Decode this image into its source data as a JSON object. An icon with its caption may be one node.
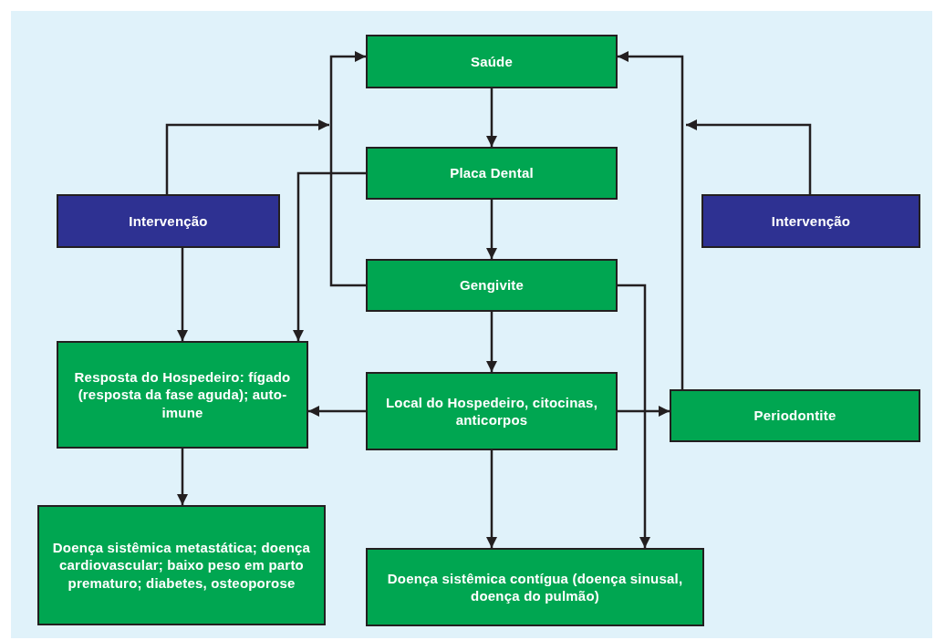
{
  "diagram": {
    "nodes": [
      {
        "text": [
          "Saúde"
        ]
      },
      {
        "text": [
          "Placa Dental"
        ]
      },
      {
        "text": [
          "Gengivite"
        ]
      },
      {
        "text": [
          "Intervenção"
        ]
      },
      {
        "text": [
          "Intervenção"
        ]
      },
      {
        "text": [
          "Resposta do Hospedeiro: fígado (resposta da fase aguda); auto-imune"
        ]
      },
      {
        "text": [
          "Local do Hospedeiro, citocinas, anticorpos"
        ]
      },
      {
        "text": [
          "Periodontite"
        ]
      },
      {
        "text": [
          "Doença sistêmica metastática; doença cardiovascular; baixo peso em parto prematuro; diabetes, osteoporose"
        ]
      },
      {
        "text": [
          "Doença sistêmica contígua (doença sinusal, doença do pulmão)"
        ]
      }
    ],
    "edges": [
      {
        "from": 0,
        "to": 1,
        "arrow": "to"
      },
      {
        "from": 1,
        "to": 2,
        "arrow": "to"
      },
      {
        "from": 2,
        "to": 6,
        "arrow": "to"
      },
      {
        "from": 2,
        "to": 0,
        "arrow": "to"
      },
      {
        "from": 3,
        "to": null,
        "arrow": "to"
      },
      {
        "from": 3,
        "to": 5,
        "arrow": "to"
      },
      {
        "from": 1,
        "to": 5,
        "arrow": "to"
      },
      {
        "from": 6,
        "to": 5,
        "arrow": "to"
      },
      {
        "from": 6,
        "to": 7,
        "arrow": "to"
      },
      {
        "from": 6,
        "to": 9,
        "arrow": "to"
      },
      {
        "from": 2,
        "to": 9,
        "arrow": "to"
      },
      {
        "from": 7,
        "to": 0,
        "arrow": "to"
      },
      {
        "from": 4,
        "to": null,
        "arrow": "to"
      },
      {
        "from": 5,
        "to": 8,
        "arrow": "to"
      }
    ]
  }
}
